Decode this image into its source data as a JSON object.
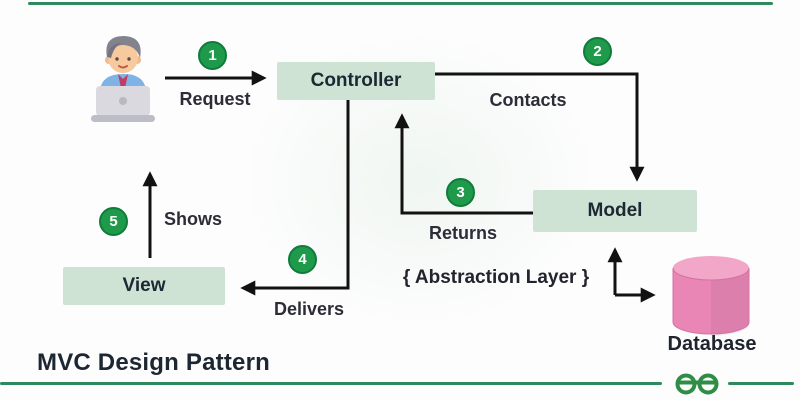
{
  "diagram": {
    "title": "MVC Design Pattern",
    "colors": {
      "accent_green": "#2f8d46",
      "rule_green": "#2e8a5c",
      "node_fill": "#cfe3d4",
      "badge_green": "#1f9a4b",
      "arrow_black": "#121212",
      "database_pink": "#e986b6"
    },
    "nodes": {
      "controller": {
        "label": "Controller"
      },
      "model": {
        "label": "Model"
      },
      "view": {
        "label": "View"
      },
      "database": {
        "label": "Database"
      }
    },
    "user": {
      "icon": "person-at-laptop-icon"
    },
    "steps": [
      {
        "number": "1",
        "label": "Request"
      },
      {
        "number": "2",
        "label": "Contacts"
      },
      {
        "number": "3",
        "label": "Returns"
      },
      {
        "number": "4",
        "label": "Delivers"
      },
      {
        "number": "5",
        "label": "Shows"
      }
    ],
    "annotation": {
      "abstraction_layer": "{ Abstraction Layer }"
    },
    "branding": {
      "logo": "geeksforgeeks-logo"
    }
  }
}
